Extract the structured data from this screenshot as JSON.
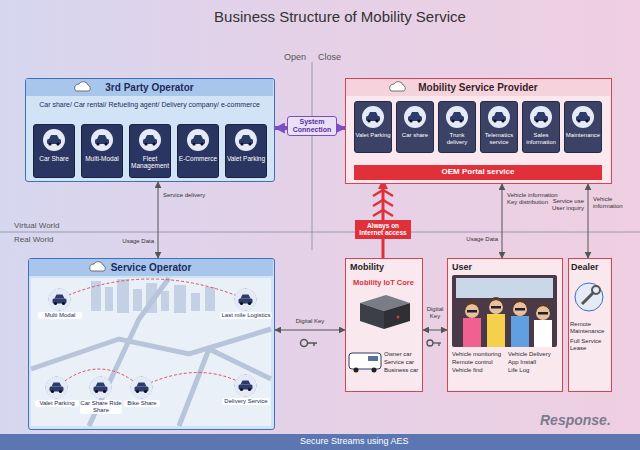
{
  "diagram": {
    "title": "Business Structure of Mobility Service",
    "nodes": [
      {
        "text": [
          "3rd Party Operator",
          "Car share/ Car rental/ Refueling agent/ Delivery company/ e-commerce"
        ]
      },
      {
        "text": [
          "Car Share"
        ],
        "in": 0
      },
      {
        "text": [
          "Multi-Modal"
        ],
        "in": 0
      },
      {
        "text": [
          "Fleet Management"
        ],
        "in": 0
      },
      {
        "text": [
          "E-Commerce"
        ],
        "in": 0
      },
      {
        "text": [
          "Valet Parking"
        ],
        "in": 0
      },
      {
        "text": [
          "Mobility Service Provider"
        ]
      },
      {
        "text": [
          "Valet Parking"
        ],
        "in": 6
      },
      {
        "text": [
          "Car share"
        ],
        "in": 6
      },
      {
        "text": [
          "Trunk delivery"
        ],
        "in": 6
      },
      {
        "text": [
          "Telematics service"
        ],
        "in": 6
      },
      {
        "text": [
          "Sales information"
        ],
        "in": 6
      },
      {
        "text": [
          "Maintenance"
        ],
        "in": 6
      },
      {
        "text": [
          "OEM Portal service"
        ],
        "in": 6
      },
      {
        "text": [
          "Service Operator"
        ]
      },
      {
        "text": [
          "Mobility",
          "Mobility IoT Core",
          "Owner car",
          "Service car",
          "Business car"
        ]
      },
      {
        "text": [
          "User",
          "Vehicle monitoring",
          "Remote control",
          "Vehicle find",
          "Vehicle Delivery",
          "App Install",
          "Life Log"
        ]
      },
      {
        "text": [
          "Dealer",
          "Remote Maintenance",
          "Full Service Lease"
        ]
      }
    ],
    "edges": [
      {
        "from": 0,
        "to": 6,
        "arrow": "both",
        "label": "System Connection"
      },
      {
        "from": 0,
        "to": 14,
        "arrow": "both",
        "label": "Service delivery"
      },
      {
        "from": 14,
        "to": 15,
        "arrow": "both",
        "label": "Digital Key"
      },
      {
        "from": 15,
        "to": 16,
        "arrow": "both",
        "label": "Digital Key"
      },
      {
        "from": 15,
        "to": 13,
        "arrow": "to",
        "label": "Always on Internet access"
      },
      {
        "from": 6,
        "to": 16,
        "arrow": "both",
        "label": "Usage Data"
      },
      {
        "from": 6,
        "to": 17,
        "arrow": "both",
        "label": "Service use User inquiry"
      }
    ],
    "labels": [
      "Open",
      "Close",
      "Virtual World",
      "Real World",
      "Usage Data",
      "Vehicle information Key distribution",
      "Vehicle information",
      "Multi Modal",
      "Last mile Logistics",
      "Valet Parking",
      "Car Share Ride Share",
      "Bike Share",
      "Delivery Service",
      "Secure Streams using AES",
      "Response."
    ]
  }
}
